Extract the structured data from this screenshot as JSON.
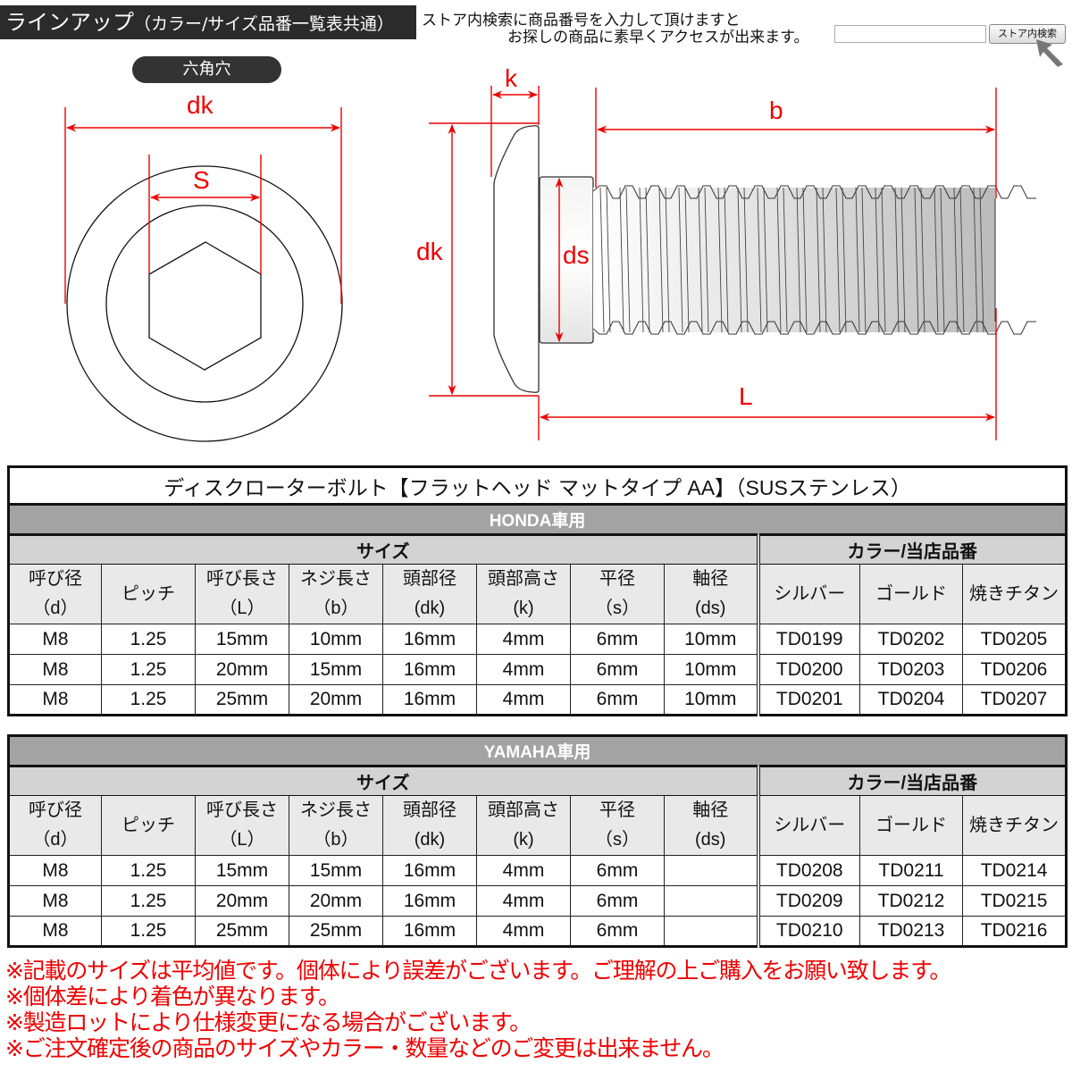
{
  "header": {
    "lineup_title": "ラインアップ",
    "lineup_subtitle": "（カラー/サイズ品番一覧表共通）",
    "store_search_line1": "ストア内検索に商品番号を入力して頂けますと",
    "store_search_line2": "お探しの商品に素早くアクセスが出来ます。",
    "search_input_value": "",
    "search_button_label": "ストア内検索"
  },
  "diagram": {
    "top_view_label": "六角穴",
    "top_view": {
      "dk": "dk",
      "s": "S"
    },
    "side_view": {
      "k": "k",
      "b": "b",
      "dk": "dk",
      "ds": "ds",
      "L": "L"
    },
    "accent_color": "#e00000"
  },
  "product_title": "ディスクローターボルト【フラットヘッド マットタイプ AA】（SUSステンレス）",
  "tables": [
    {
      "maker": "HONDA車用",
      "size_group": "サイズ",
      "color_group": "カラー/当店品番",
      "headers": [
        {
          "l1": "呼び径",
          "l2": "（d）"
        },
        {
          "l1": "ピッチ",
          "l2": ""
        },
        {
          "l1": "呼び長さ",
          "l2": "（L）"
        },
        {
          "l1": "ネジ長さ",
          "l2": "（b）"
        },
        {
          "l1": "頭部径",
          "l2": "(dk)"
        },
        {
          "l1": "頭部高さ",
          "l2": "(k)"
        },
        {
          "l1": "平径",
          "l2": "（s）"
        },
        {
          "l1": "軸径",
          "l2": "(ds)"
        },
        {
          "l1": "シルバー",
          "l2": ""
        },
        {
          "l1": "ゴールド",
          "l2": ""
        },
        {
          "l1": "焼きチタン",
          "l2": ""
        }
      ],
      "rows": [
        [
          "M8",
          "1.25",
          "15mm",
          "10mm",
          "16mm",
          "4mm",
          "6mm",
          "10mm",
          "TD0199",
          "TD0202",
          "TD0205"
        ],
        [
          "M8",
          "1.25",
          "20mm",
          "15mm",
          "16mm",
          "4mm",
          "6mm",
          "10mm",
          "TD0200",
          "TD0203",
          "TD0206"
        ],
        [
          "M8",
          "1.25",
          "25mm",
          "20mm",
          "16mm",
          "4mm",
          "6mm",
          "10mm",
          "TD0201",
          "TD0204",
          "TD0207"
        ]
      ]
    },
    {
      "maker": "YAMAHA車用",
      "size_group": "サイズ",
      "color_group": "カラー/当店品番",
      "headers": [
        {
          "l1": "呼び径",
          "l2": "（d）"
        },
        {
          "l1": "ピッチ",
          "l2": ""
        },
        {
          "l1": "呼び長さ",
          "l2": "（L）"
        },
        {
          "l1": "ネジ長さ",
          "l2": "（b）"
        },
        {
          "l1": "頭部径",
          "l2": "(dk)"
        },
        {
          "l1": "頭部高さ",
          "l2": "(k)"
        },
        {
          "l1": "平径",
          "l2": "（s）"
        },
        {
          "l1": "軸径",
          "l2": "(ds)"
        },
        {
          "l1": "シルバー",
          "l2": ""
        },
        {
          "l1": "ゴールド",
          "l2": ""
        },
        {
          "l1": "焼きチタン",
          "l2": ""
        }
      ],
      "rows": [
        [
          "M8",
          "1.25",
          "15mm",
          "15mm",
          "16mm",
          "4mm",
          "6mm",
          "",
          "TD0208",
          "TD0211",
          "TD0214"
        ],
        [
          "M8",
          "1.25",
          "20mm",
          "20mm",
          "16mm",
          "4mm",
          "6mm",
          "",
          "TD0209",
          "TD0212",
          "TD0215"
        ],
        [
          "M8",
          "1.25",
          "25mm",
          "25mm",
          "16mm",
          "4mm",
          "6mm",
          "",
          "TD0210",
          "TD0213",
          "TD0216"
        ]
      ]
    }
  ],
  "notes": [
    "※記載のサイズは平均値です。個体により誤差がございます。ご理解の上ご購入をお願い致します。",
    "※個体差により着色が異なります。",
    "※製造ロットにより仕様変更になる場合がございます。",
    "※ご注文確定後の商品のサイズやカラー・数量などのご変更は出来ません。"
  ]
}
